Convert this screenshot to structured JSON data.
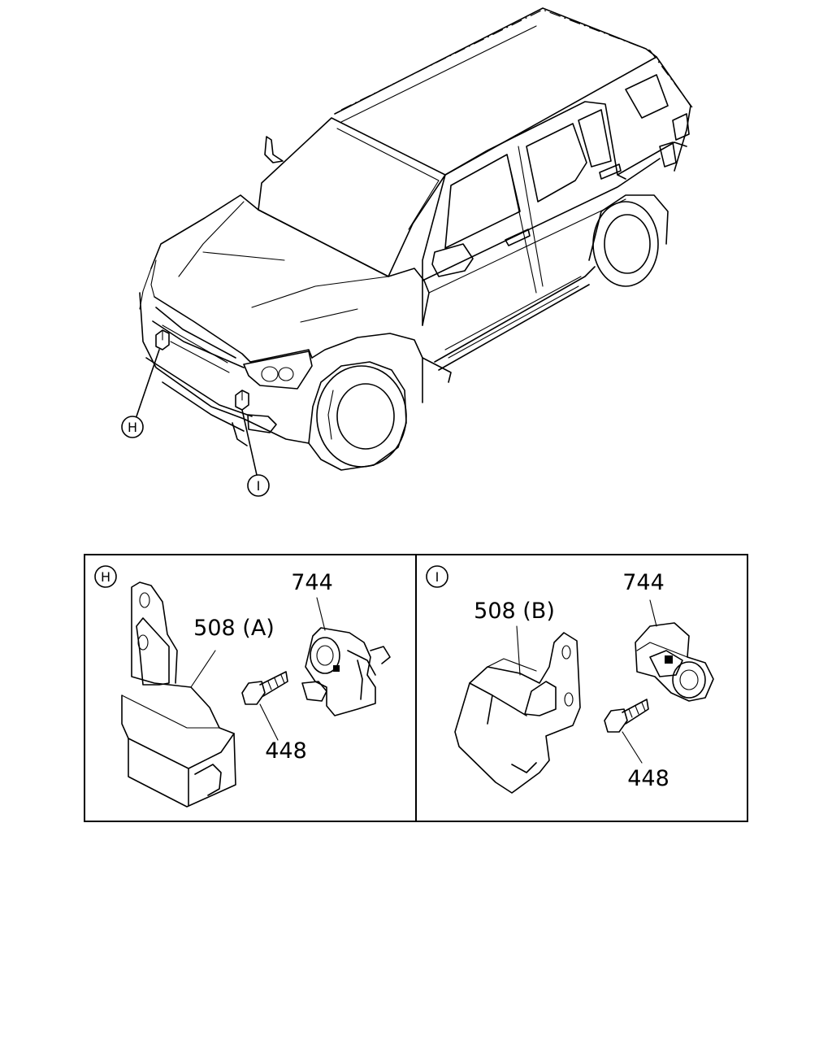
{
  "vehicle": {
    "locators": [
      {
        "id": "H",
        "letter": "H"
      },
      {
        "id": "I",
        "letter": "I"
      }
    ]
  },
  "panels": [
    {
      "id": "H",
      "marker": "H",
      "callouts": {
        "sensor": "744",
        "bracket": "508 (A)",
        "bolt": "448"
      }
    },
    {
      "id": "I",
      "marker": "I",
      "callouts": {
        "sensor": "744",
        "bracket": "508 (B)",
        "bolt": "448"
      }
    }
  ]
}
